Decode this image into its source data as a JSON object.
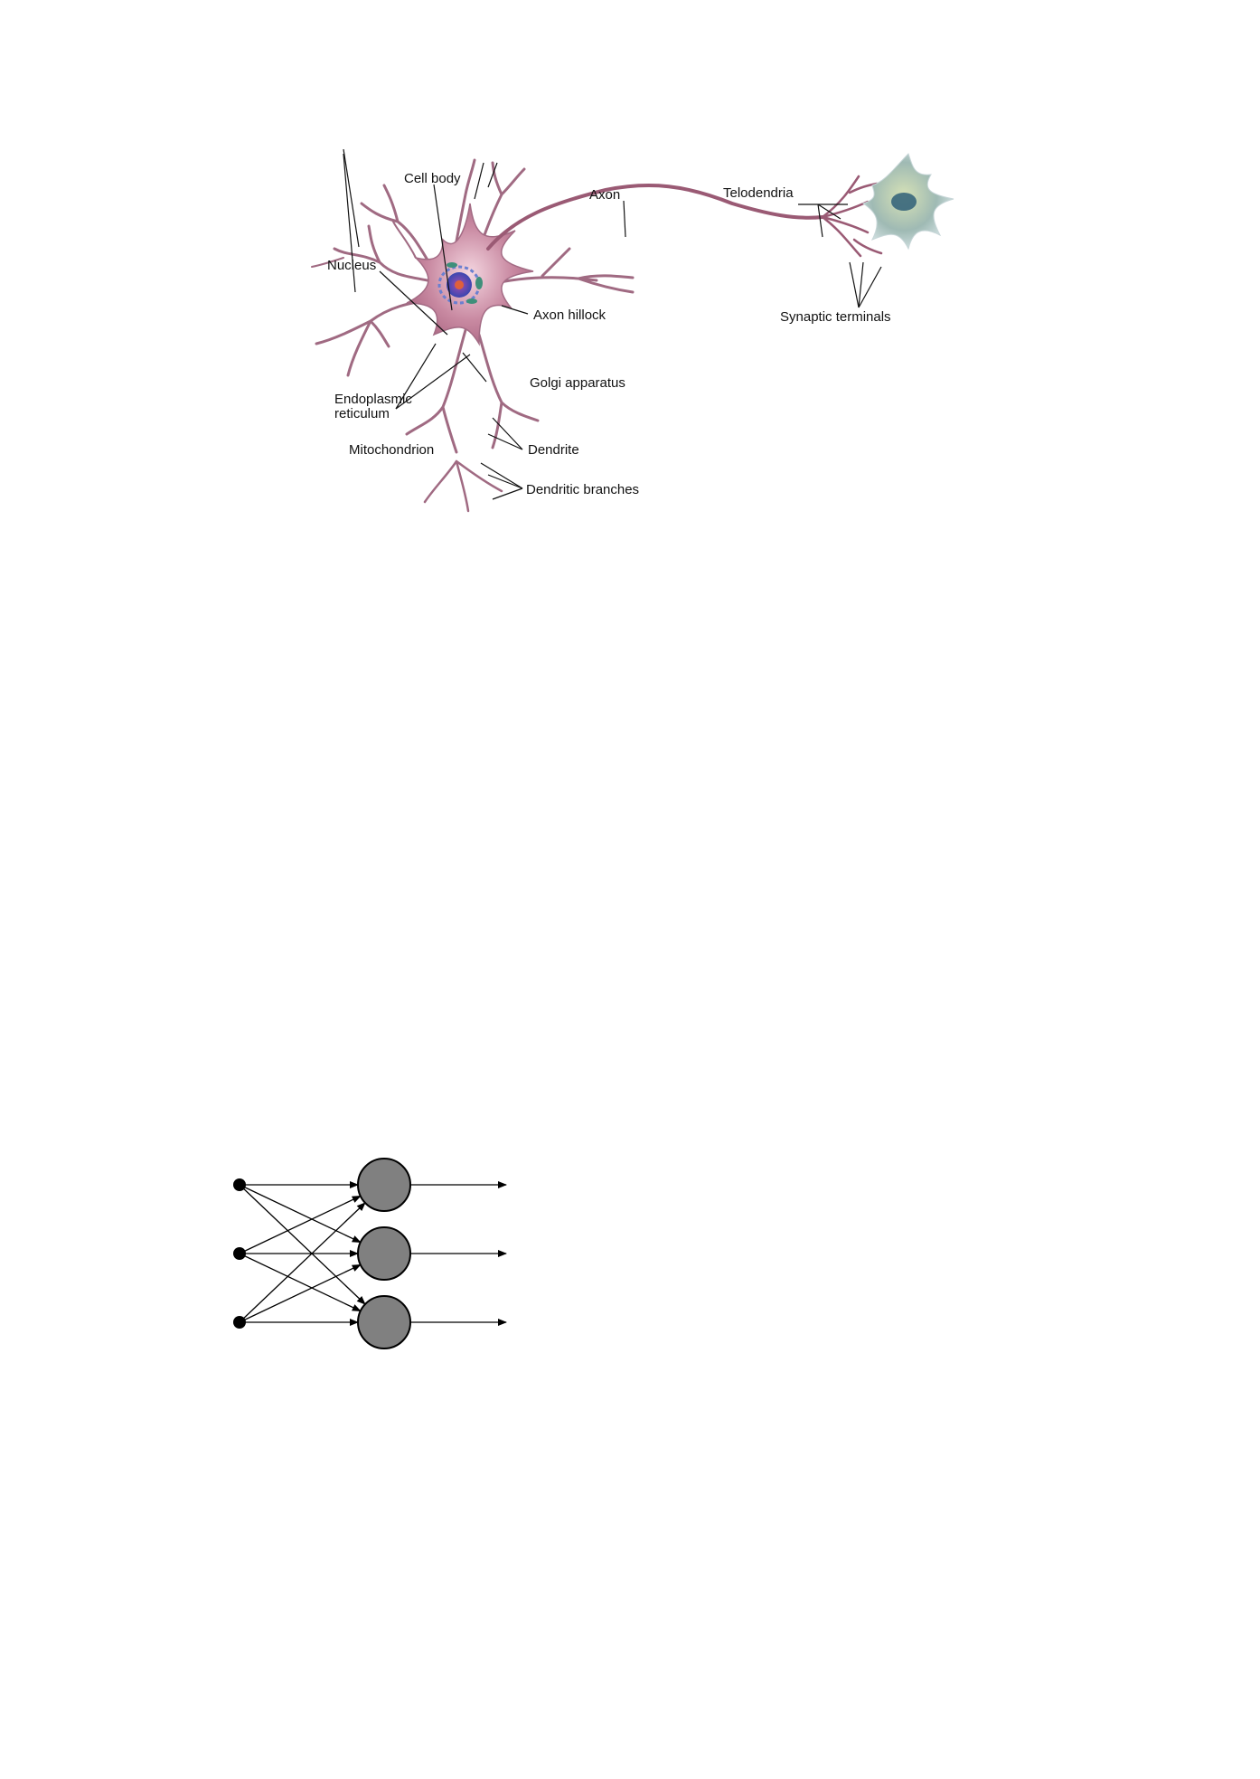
{
  "neuron_diagram": {
    "labels": {
      "cell_body": "Cell body",
      "axon": "Axon",
      "telodendria": "Telodendria",
      "nucleus": "Nucleus",
      "axon_hillock": "Axon hillock",
      "synaptic_terminals": "Synaptic terminals",
      "golgi_apparatus": "Golgi apparatus",
      "endoplasmic_reticulum_line1": "Endoplasmic",
      "endoplasmic_reticulum_line2": "reticulum",
      "mitochondrion": "Mitochondrion",
      "dendrite": "Dendrite",
      "dendritic_branches": "Dendritic branches"
    },
    "colors": {
      "membrane": "#9a5a74",
      "cell_fill": "#b56d8a",
      "nucleus": "#3b4fb8",
      "nucleolus": "#e0603a",
      "target_cell": "#8fb3ad",
      "target_nucleus": "#2f5f78"
    }
  },
  "network_diagram": {
    "inputs": 3,
    "neurons": 3,
    "colors": {
      "neuron_fill": "#808080",
      "stroke": "#000000"
    }
  }
}
